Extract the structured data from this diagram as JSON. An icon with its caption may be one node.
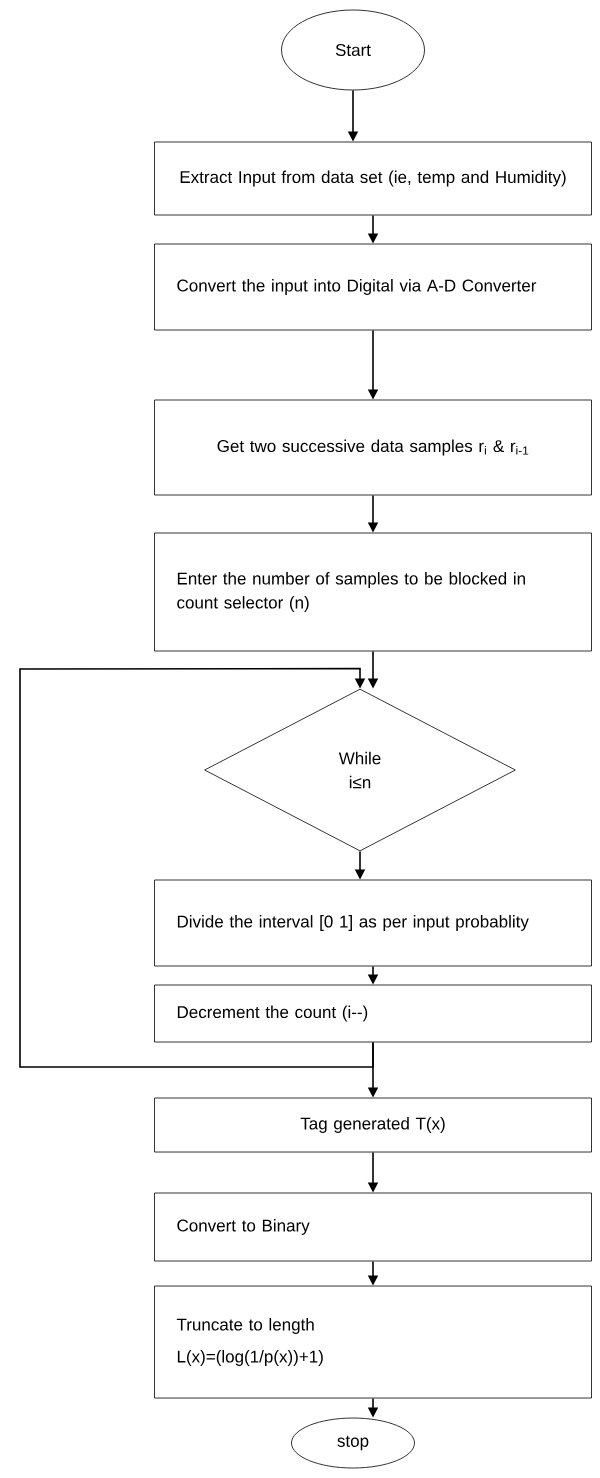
{
  "diagram": {
    "nodes": [
      {
        "text": [
          "Start"
        ]
      },
      {
        "text": [
          "Extract Input from data set (ie, temp and Humidity)"
        ]
      },
      {
        "text": [
          "Convert the input into Digital via A-D Converter"
        ]
      },
      {
        "text": [
          "Get two successive data samples r$_{i}$ & r$_{i-1}$"
        ]
      },
      {
        "text": [
          "Enter the number of samples to be blocked in count selector (n)"
        ]
      },
      {
        "text": [
          "While i≤n"
        ]
      },
      {
        "text": [
          "Divide the interval [0 1] as per input probablity"
        ]
      },
      {
        "text": [
          "Decrement the count  (i--)"
        ]
      },
      {
        "text": [
          "Tag generated T(x)"
        ]
      },
      {
        "text": [
          "Convert to Binary"
        ]
      },
      {
        "text": [
          "Truncate to length",
          "L(x)=(log(1/p(x))+1)"
        ]
      },
      {
        "text": [
          "stop"
        ]
      }
    ],
    "edges": [
      {
        "from": 0,
        "to": 1,
        "arrow": "to"
      },
      {
        "from": 1,
        "to": 2,
        "arrow": "to"
      },
      {
        "from": 2,
        "to": 3,
        "arrow": "to"
      },
      {
        "from": 3,
        "to": 4,
        "arrow": "to"
      },
      {
        "from": 4,
        "to": 5,
        "arrow": "to"
      },
      {
        "from": 5,
        "to": 6,
        "arrow": "to"
      },
      {
        "from": 6,
        "to": 7,
        "arrow": "to"
      },
      {
        "from": 7,
        "to": 8,
        "arrow": "to"
      },
      {
        "from": 7,
        "to": 5,
        "arrow": "to"
      },
      {
        "from": 8,
        "to": 9,
        "arrow": "to"
      },
      {
        "from": 9,
        "to": 10,
        "arrow": "to"
      },
      {
        "from": 10,
        "to": 11,
        "arrow": "to"
      }
    ]
  }
}
